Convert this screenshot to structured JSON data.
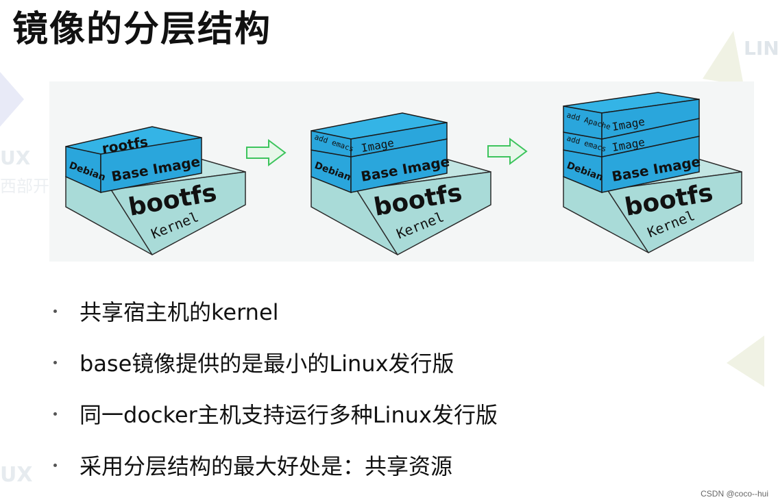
{
  "title": "镜像的分层结构",
  "diagram": {
    "stage1": {
      "rootfs": "rootfs",
      "debian": "Debian",
      "base_image": "Base Image",
      "bootfs": "bootfs",
      "kernel": "Kernel"
    },
    "stage2": {
      "add_emacs": "add emacs",
      "image": "Image",
      "debian": "Debian",
      "base_image": "Base Image",
      "bootfs": "bootfs",
      "kernel": "Kernel"
    },
    "stage3": {
      "add_apache": "add Apache",
      "image_top": "Image",
      "add_emacs": "add emacs",
      "image_mid": "Image",
      "debian": "Debian",
      "base_image": "Base Image",
      "bootfs": "bootfs",
      "kernel": "Kernel"
    },
    "colors": {
      "layer_blue": "#2aa6dc",
      "layer_blue_dark": "#1b82b4",
      "kernel_teal": "#a9dbd8",
      "bootfs_teal": "#c3e6e3",
      "arrow_green": "#3cc45c"
    }
  },
  "bullets": [
    "共享宿主机的kernel",
    "base镜像提供的是最小的Linux发行版",
    "同一docker主机支持运行多种Linux发行版",
    "采用分层结构的最大好处是：共享资源"
  ],
  "watermark": {
    "brand": "LINUX",
    "cn": "西部开源"
  },
  "footer": "CSDN @coco--hui"
}
